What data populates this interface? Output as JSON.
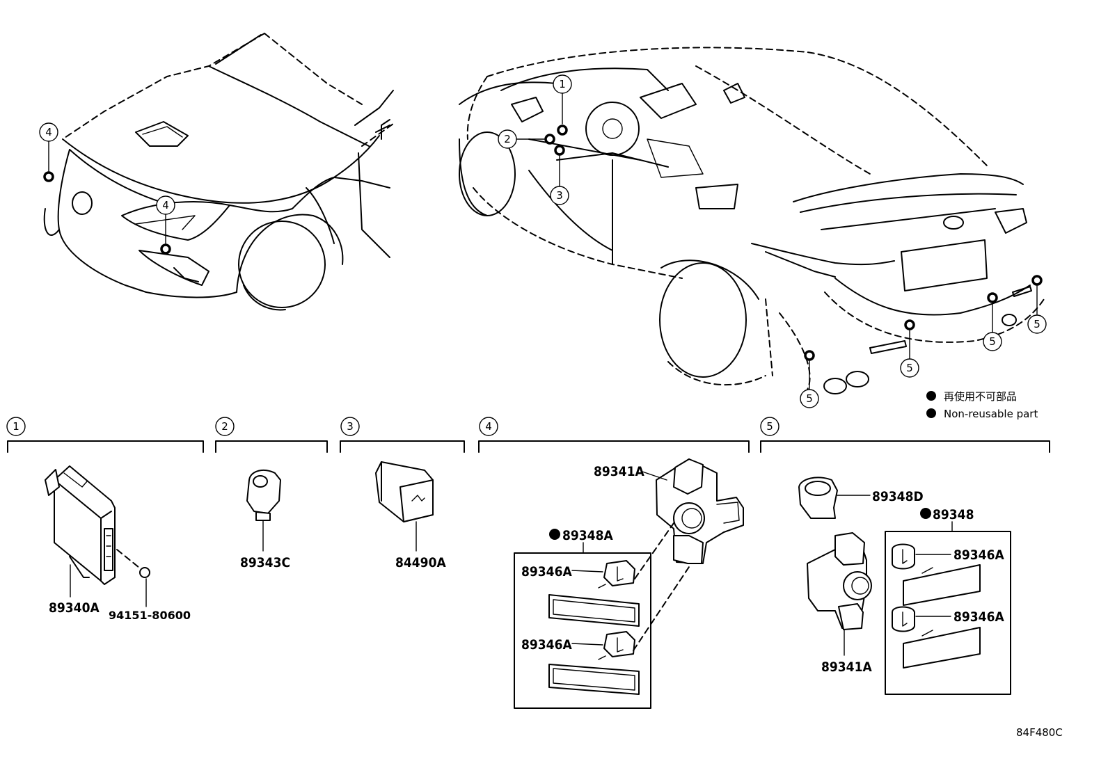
{
  "callouts": {
    "c1": "1",
    "c2": "2",
    "c3": "3",
    "c4": "4",
    "c5": "5"
  },
  "sections": [
    {
      "num": "1"
    },
    {
      "num": "2"
    },
    {
      "num": "3"
    },
    {
      "num": "4"
    },
    {
      "num": "5"
    }
  ],
  "parts": {
    "p89340A": "89340A",
    "p94151": "94151-80600",
    "p89343C": "89343C",
    "p84490A": "84490A",
    "p89341A_top": "89341A",
    "p89348A": "89348A",
    "p89346A_1": "89346A",
    "p89346A_2": "89346A",
    "p89348D": "89348D",
    "p89348": "89348",
    "p89346A_3": "89346A",
    "p89346A_4": "89346A",
    "p89341A_bottom": "89341A"
  },
  "legend": {
    "jp": "再使用不可部品",
    "en": "Non-reusable part"
  },
  "diagram_code": "84F480C"
}
